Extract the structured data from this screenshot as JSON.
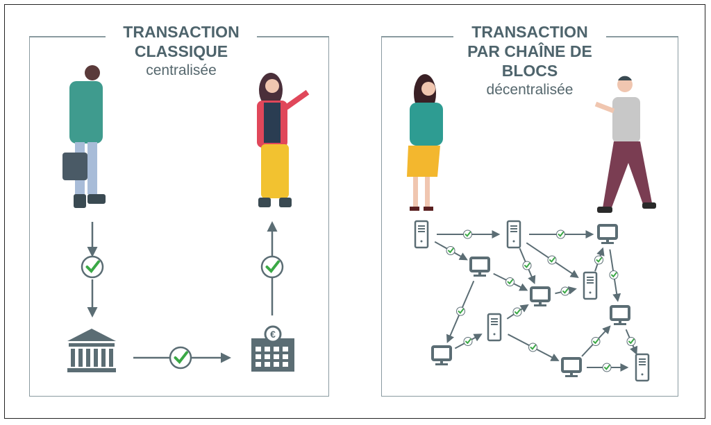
{
  "left_panel": {
    "title_line1": "TRANSACTION",
    "title_line2": "CLASSIQUE",
    "subtitle": "centralisée"
  },
  "right_panel": {
    "title_line1": "TRANSACTION",
    "title_line2": "PAR CHAÎNE DE BLOCS",
    "subtitle": "décentralisée"
  },
  "colors": {
    "icon": "#5b6d74",
    "check": "#3aa845",
    "line": "#8a9aa0"
  }
}
